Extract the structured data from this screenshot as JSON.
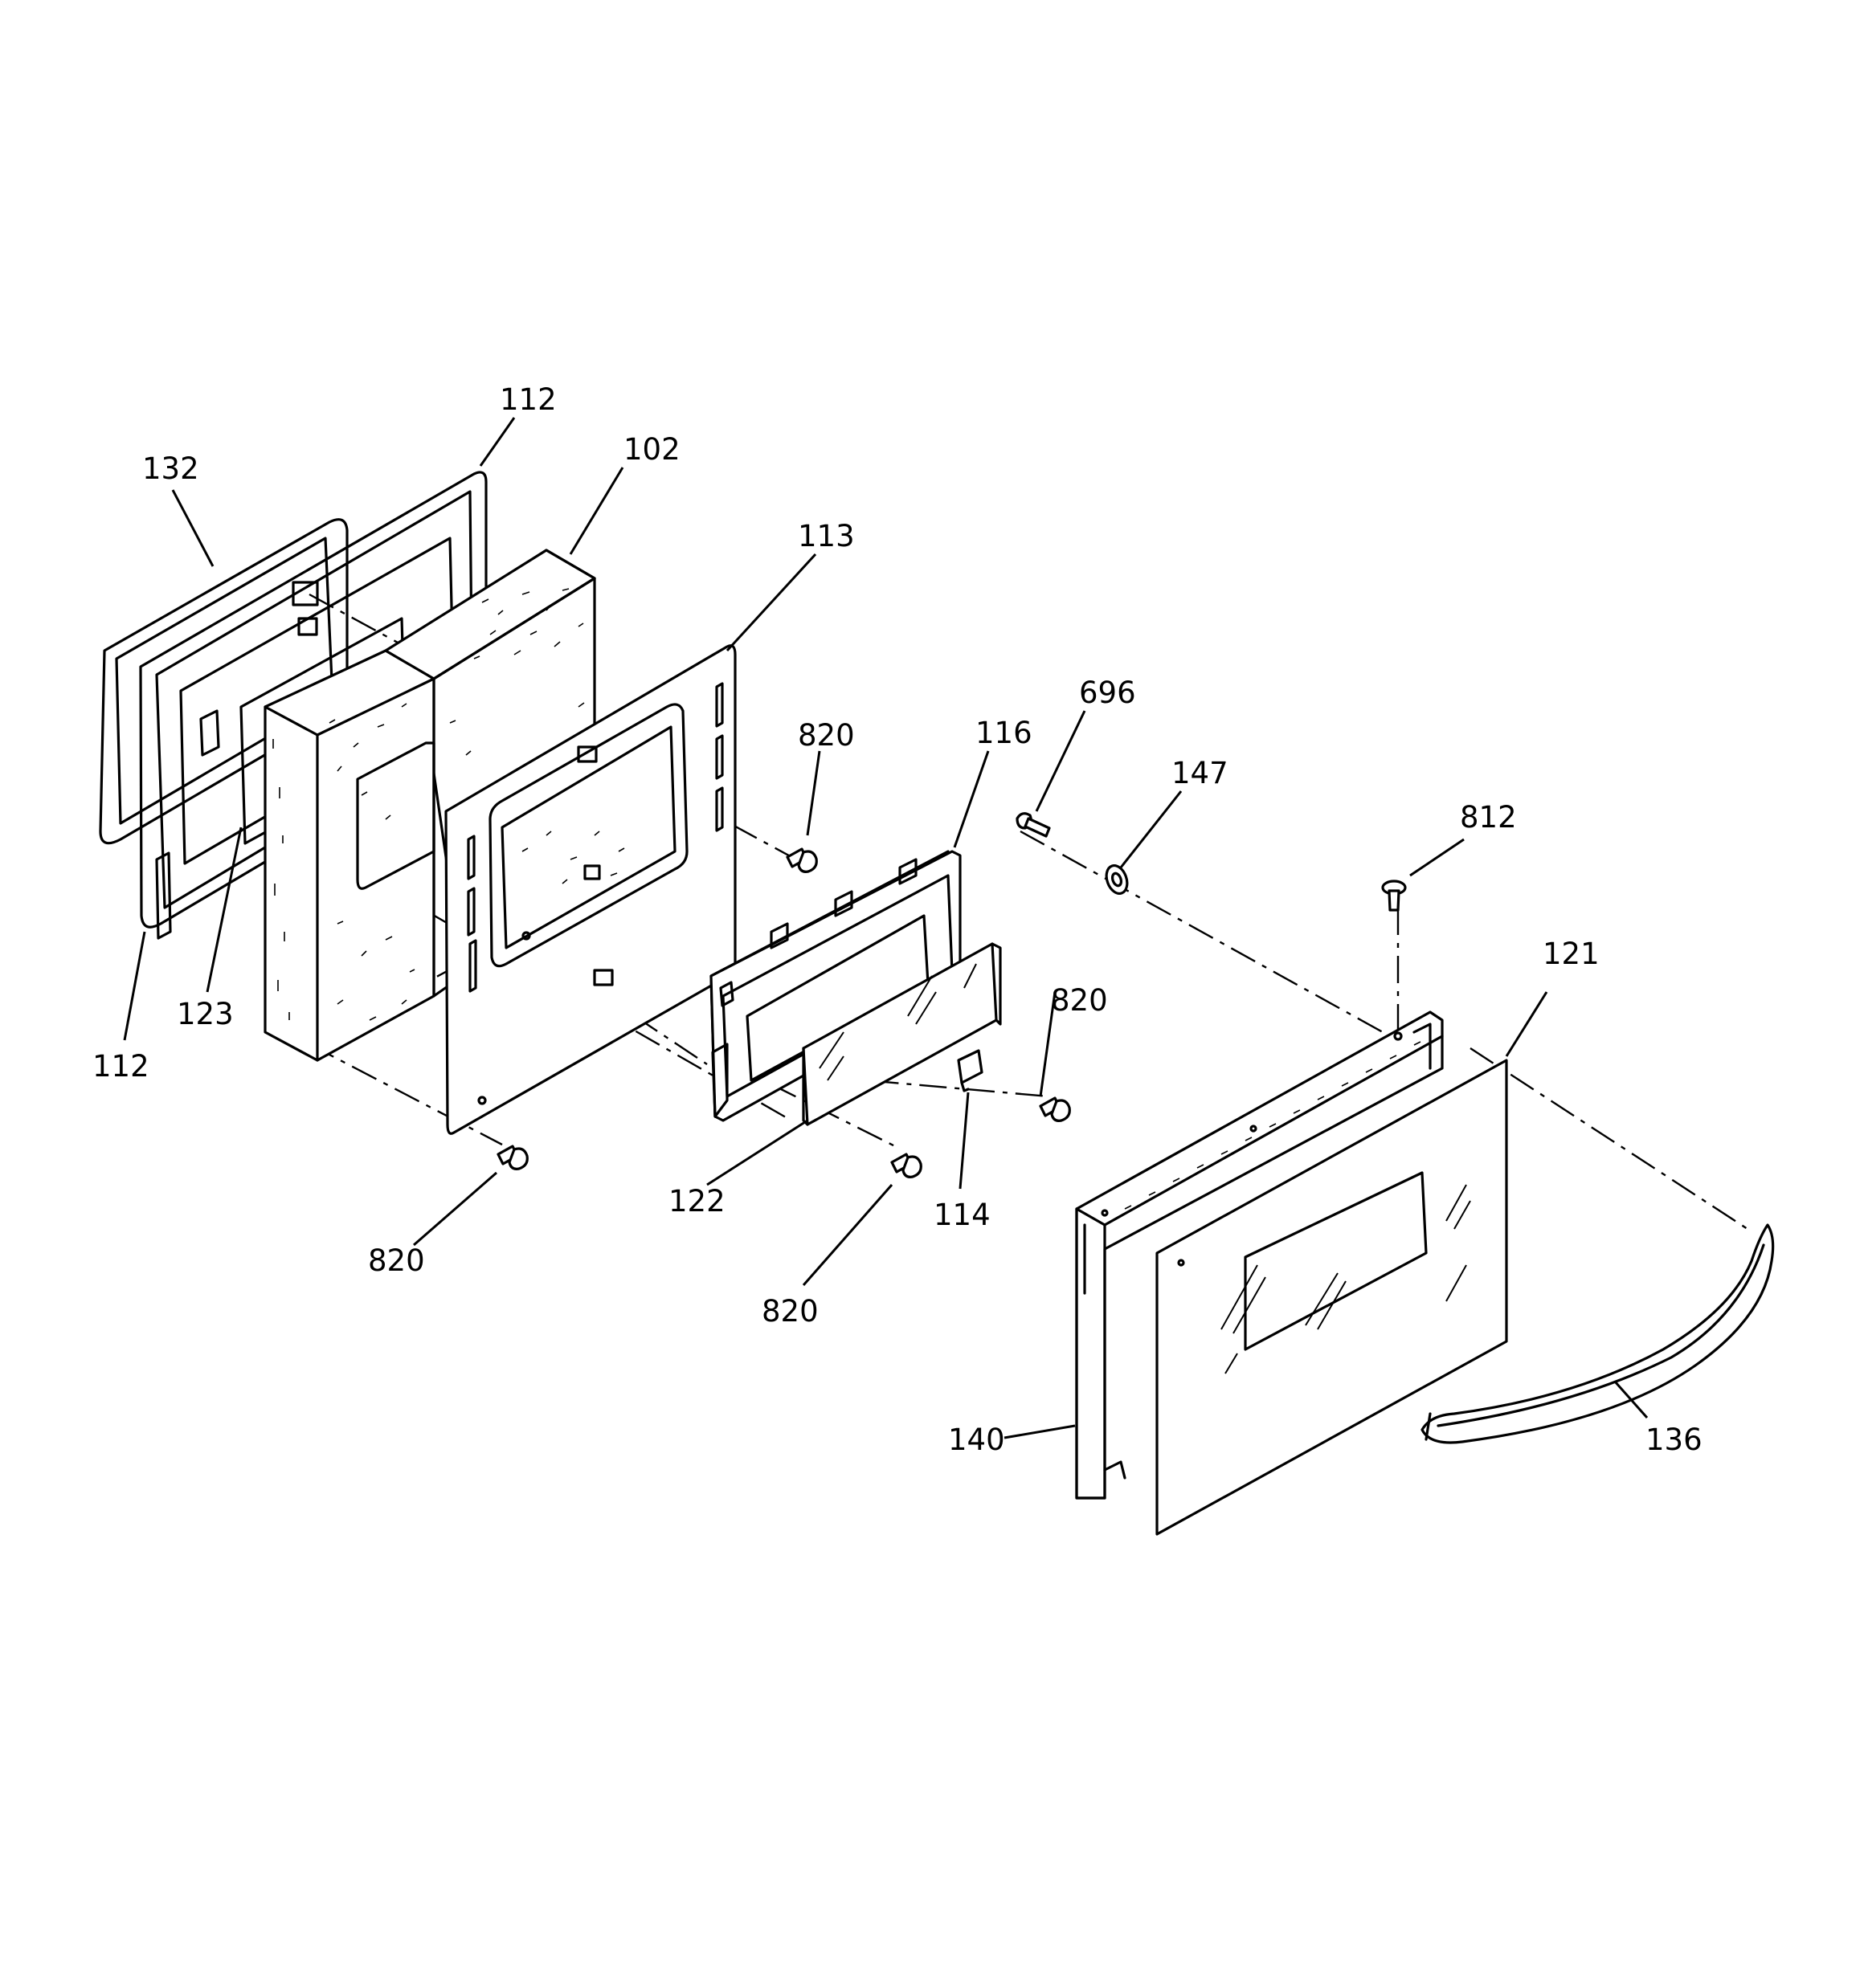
{
  "callouts": [
    {
      "id": "112-top",
      "text": "112"
    },
    {
      "id": "132",
      "text": "132"
    },
    {
      "id": "102",
      "text": "102"
    },
    {
      "id": "113",
      "text": "113"
    },
    {
      "id": "820-a",
      "text": "820"
    },
    {
      "id": "116",
      "text": "116"
    },
    {
      "id": "696",
      "text": "696"
    },
    {
      "id": "147",
      "text": "147"
    },
    {
      "id": "812",
      "text": "812"
    },
    {
      "id": "121",
      "text": "121"
    },
    {
      "id": "123",
      "text": "123"
    },
    {
      "id": "112-bottom",
      "text": "112"
    },
    {
      "id": "820-b",
      "text": "820"
    },
    {
      "id": "122",
      "text": "122"
    },
    {
      "id": "114",
      "text": "114"
    },
    {
      "id": "820-c",
      "text": "820"
    },
    {
      "id": "820-d",
      "text": "820"
    },
    {
      "id": "140",
      "text": "140"
    },
    {
      "id": "136",
      "text": "136"
    }
  ]
}
